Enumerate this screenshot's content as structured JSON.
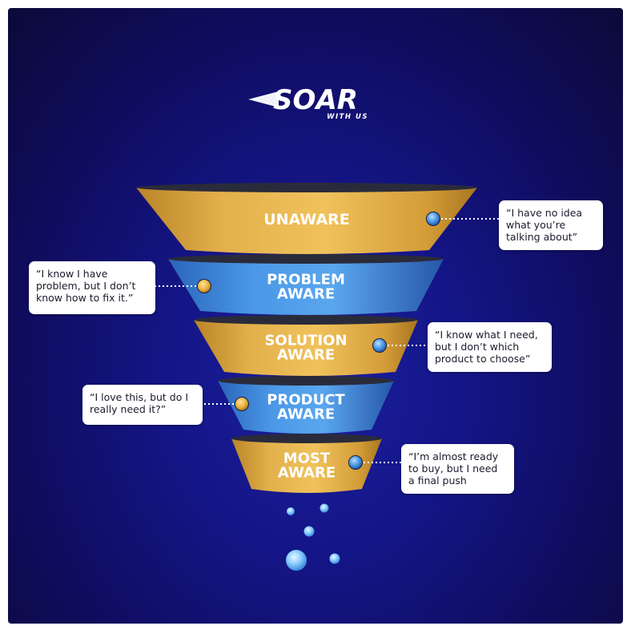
{
  "logo": {
    "name": "SOAR",
    "tagline": "WITH US"
  },
  "colors": {
    "background": "#141586",
    "gold_stage": "#d9a640",
    "blue_stage": "#3f8fe0",
    "bubble": "#ffffff",
    "connector": "#ffffff"
  },
  "stages": [
    {
      "line1": "UNAWARE",
      "line2": "",
      "color": "gold",
      "quote": "“I have no idea\nwhat you’re\ntalking about”"
    },
    {
      "line1": "PROBLEM",
      "line2": "AWARE",
      "color": "blue",
      "quote": "“I know I have\nproblem, but I don’t\nknow how to fix it.”"
    },
    {
      "line1": "SOLUTION",
      "line2": "AWARE",
      "color": "gold",
      "quote": "“I know what I need,\nbut I don’t which\nproduct to choose”"
    },
    {
      "line1": "PRODUCT",
      "line2": "AWARE",
      "color": "blue",
      "quote": "“I love this, but do I\nreally need it?”"
    },
    {
      "line1": "MOST",
      "line2": "AWARE",
      "color": "gold",
      "quote": "“I’m almost ready\nto buy, but I need\na final push"
    }
  ]
}
